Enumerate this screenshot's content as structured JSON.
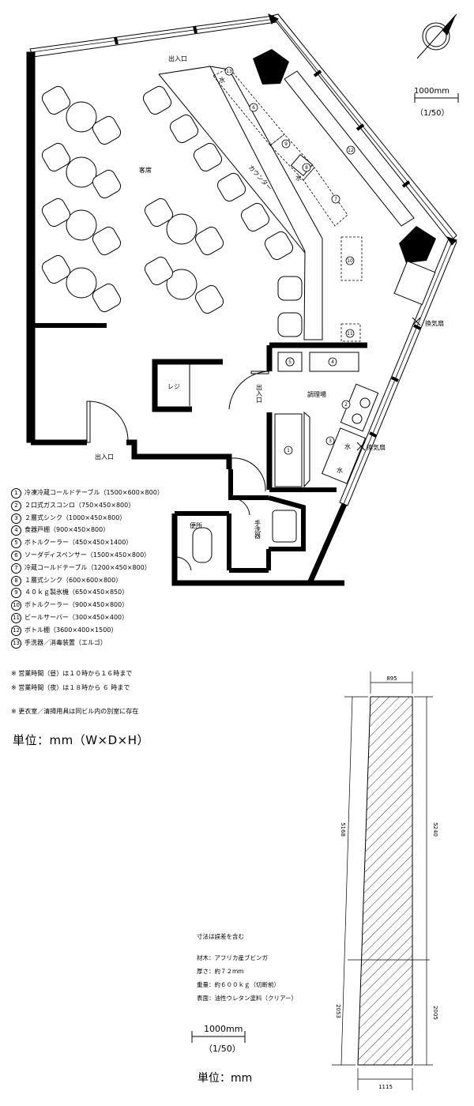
{
  "plan": {
    "entrance_top": "出入口",
    "entrance_bottom": "出入口",
    "entrance_kitchen": "出入口",
    "seating": "客席",
    "counter": "カウンター",
    "register": "レジ",
    "kitchen": "調理場",
    "toilet": "便所",
    "handwash": "手洗器",
    "vent_1": "換気扇",
    "vent_2": "換気扇",
    "water": "水",
    "scale_label": "1000mm",
    "scale_ratio": "（1/50）"
  },
  "legend": [
    {
      "num": "1",
      "text": "冷凍冷蔵コールドテーブル（1500×600×800）"
    },
    {
      "num": "2",
      "text": "２口式ガスコンロ（750×450×800）"
    },
    {
      "num": "3",
      "text": "２層式シンク（1000×450×800）"
    },
    {
      "num": "4",
      "text": "食器戸棚（900×450×800）"
    },
    {
      "num": "5",
      "text": "ボトルクーラー（450×450×1400）"
    },
    {
      "num": "6",
      "text": "ソーダディスペンサー（1500×450×800）"
    },
    {
      "num": "7",
      "text": "冷蔵コールドテーブル（1200×450×800）"
    },
    {
      "num": "8",
      "text": "１層式シンク（600×600×800）"
    },
    {
      "num": "9",
      "text": "４０ｋｇ製氷機（650×450×850）"
    },
    {
      "num": "10",
      "text": "ボトルクーラー（900×450×800）"
    },
    {
      "num": "11",
      "text": "ビールサーバー（300×450×400）"
    },
    {
      "num": "12",
      "text": "ボトル棚（3600×400×1500）"
    },
    {
      "num": "13",
      "text": "手洗器／消毒装置（エルゴ）"
    }
  ],
  "notes": [
    "※ 営業時間（昼）は１０時から１６時まで",
    "※ 営業時間（夜）は１８時から ６ 時まで",
    "※ 更衣室／清掃用具は同ビル内の別室に存在"
  ],
  "unit_main": "単位：mm（W×D×H）",
  "board": {
    "dim_top": "895",
    "dim_bottom": "1115",
    "dim_left_upper": "5168",
    "dim_left_lower": "2053",
    "dim_right_upper": "5240",
    "dim_right_lower": "2005",
    "notes": [
      "寸法は誤差を含む",
      "材木：アフリカ産ブビンガ",
      "厚さ：約７２mm",
      "重量：約６００ｋｇ（切断前）",
      "表面：油性ウレタン塗料（クリアー）"
    ],
    "scale_label": "1000mm",
    "scale_ratio": "（1/50）",
    "unit": "単位：mm"
  }
}
